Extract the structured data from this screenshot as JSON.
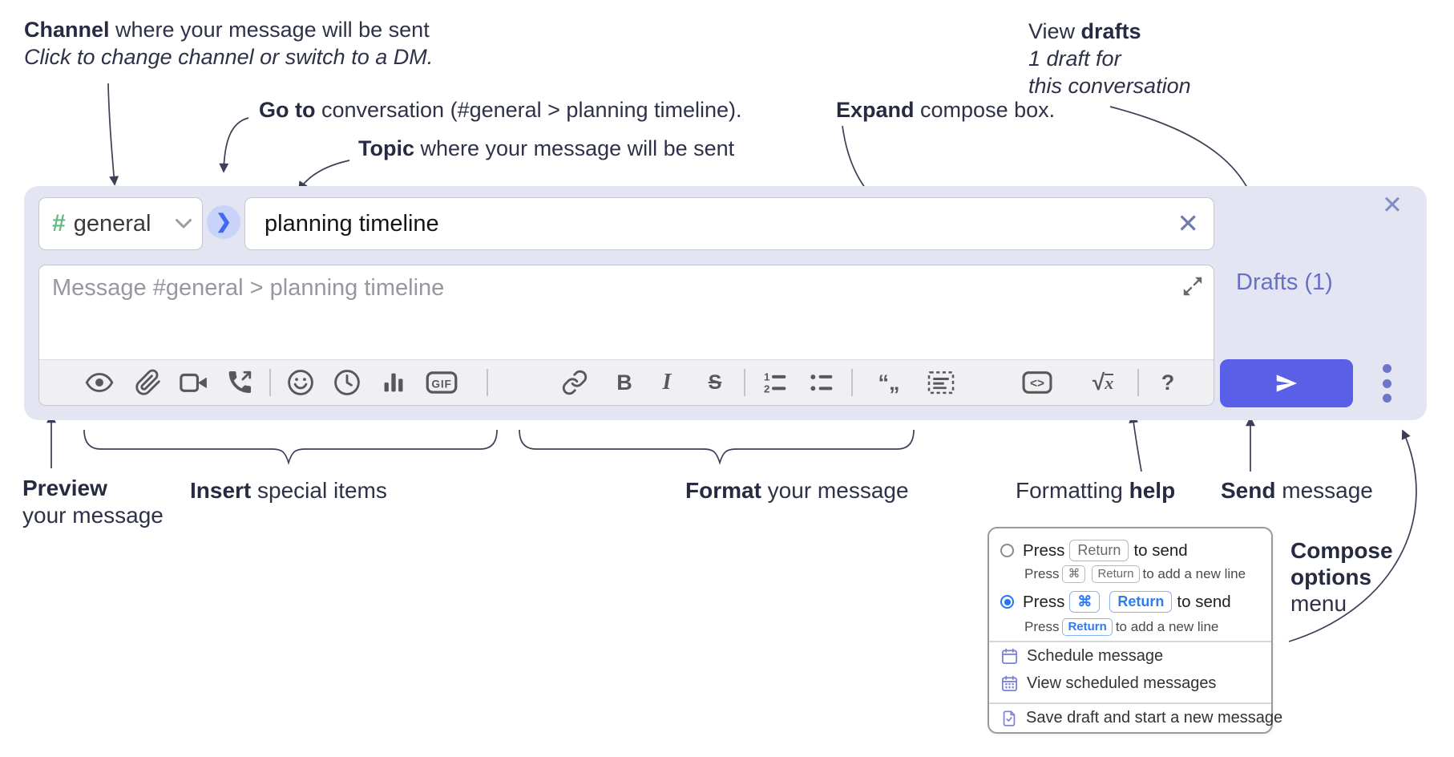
{
  "ann": {
    "channel_bold": "Channel",
    "channel_rest": " where your message will be sent",
    "channel_italic": "Click to change channel or switch to a DM.",
    "goto_bold": "Go to",
    "goto_rest": " conversation (#general > planning timeline).",
    "topic_bold": "Topic",
    "topic_rest": " where your message will be sent",
    "expand_bold": "Expand",
    "expand_rest": " compose box.",
    "drafts_pre": "View ",
    "drafts_bold": "drafts",
    "drafts_line2": "1 draft for",
    "drafts_line3": "this conversation",
    "preview_bold": "Preview",
    "preview_line2": "your message",
    "insert_bold": "Insert",
    "insert_rest": " special items",
    "format_bold": "Format",
    "format_rest": " your message",
    "help_pre": "Formatting ",
    "help_bold": "help",
    "send_bold": "Send",
    "send_rest": " message",
    "compose_opts_line1": "Compose",
    "compose_opts_line2": "options",
    "compose_opts_line3": "menu"
  },
  "compose": {
    "channel": {
      "hash": "#",
      "name": "general"
    },
    "goto_glyph": "❯",
    "topic_value": "planning timeline",
    "clear_glyph": "✕",
    "close_glyph": "✕",
    "placeholder": "Message #general > planning timeline",
    "drafts_link": "Drafts (1)",
    "toolbar": {
      "gif": "GIF",
      "bold": "B",
      "italic": "I",
      "strike": "S",
      "code": "<>",
      "math_radical": "√",
      "math_x": "x",
      "quote": "“„",
      "help": "?"
    }
  },
  "options_menu": {
    "option1": {
      "press": "Press",
      "key": "Return",
      "tail": "to send"
    },
    "option1_sub": {
      "press": "Press",
      "key1": "⌘",
      "key2": "Return",
      "tail": "to add a new line"
    },
    "option2": {
      "press": "Press",
      "key1": "⌘",
      "key2": "Return",
      "tail": "to send"
    },
    "option2_sub": {
      "press": "Press",
      "key": "Return",
      "tail": "to add a new line"
    },
    "items": [
      {
        "label": "Schedule message"
      },
      {
        "label": "View scheduled messages"
      },
      {
        "label": "Save draft and start a new message"
      }
    ]
  },
  "colors": {
    "lavender": "#e3e5f2",
    "send_button": "#5a5fe8",
    "drafts_link": "#6970c4",
    "hash_green": "#65b87f",
    "radio_selected": "#2276f5",
    "kbd_blue": "#2e7bf2",
    "annotation_text": "#2e3148"
  }
}
